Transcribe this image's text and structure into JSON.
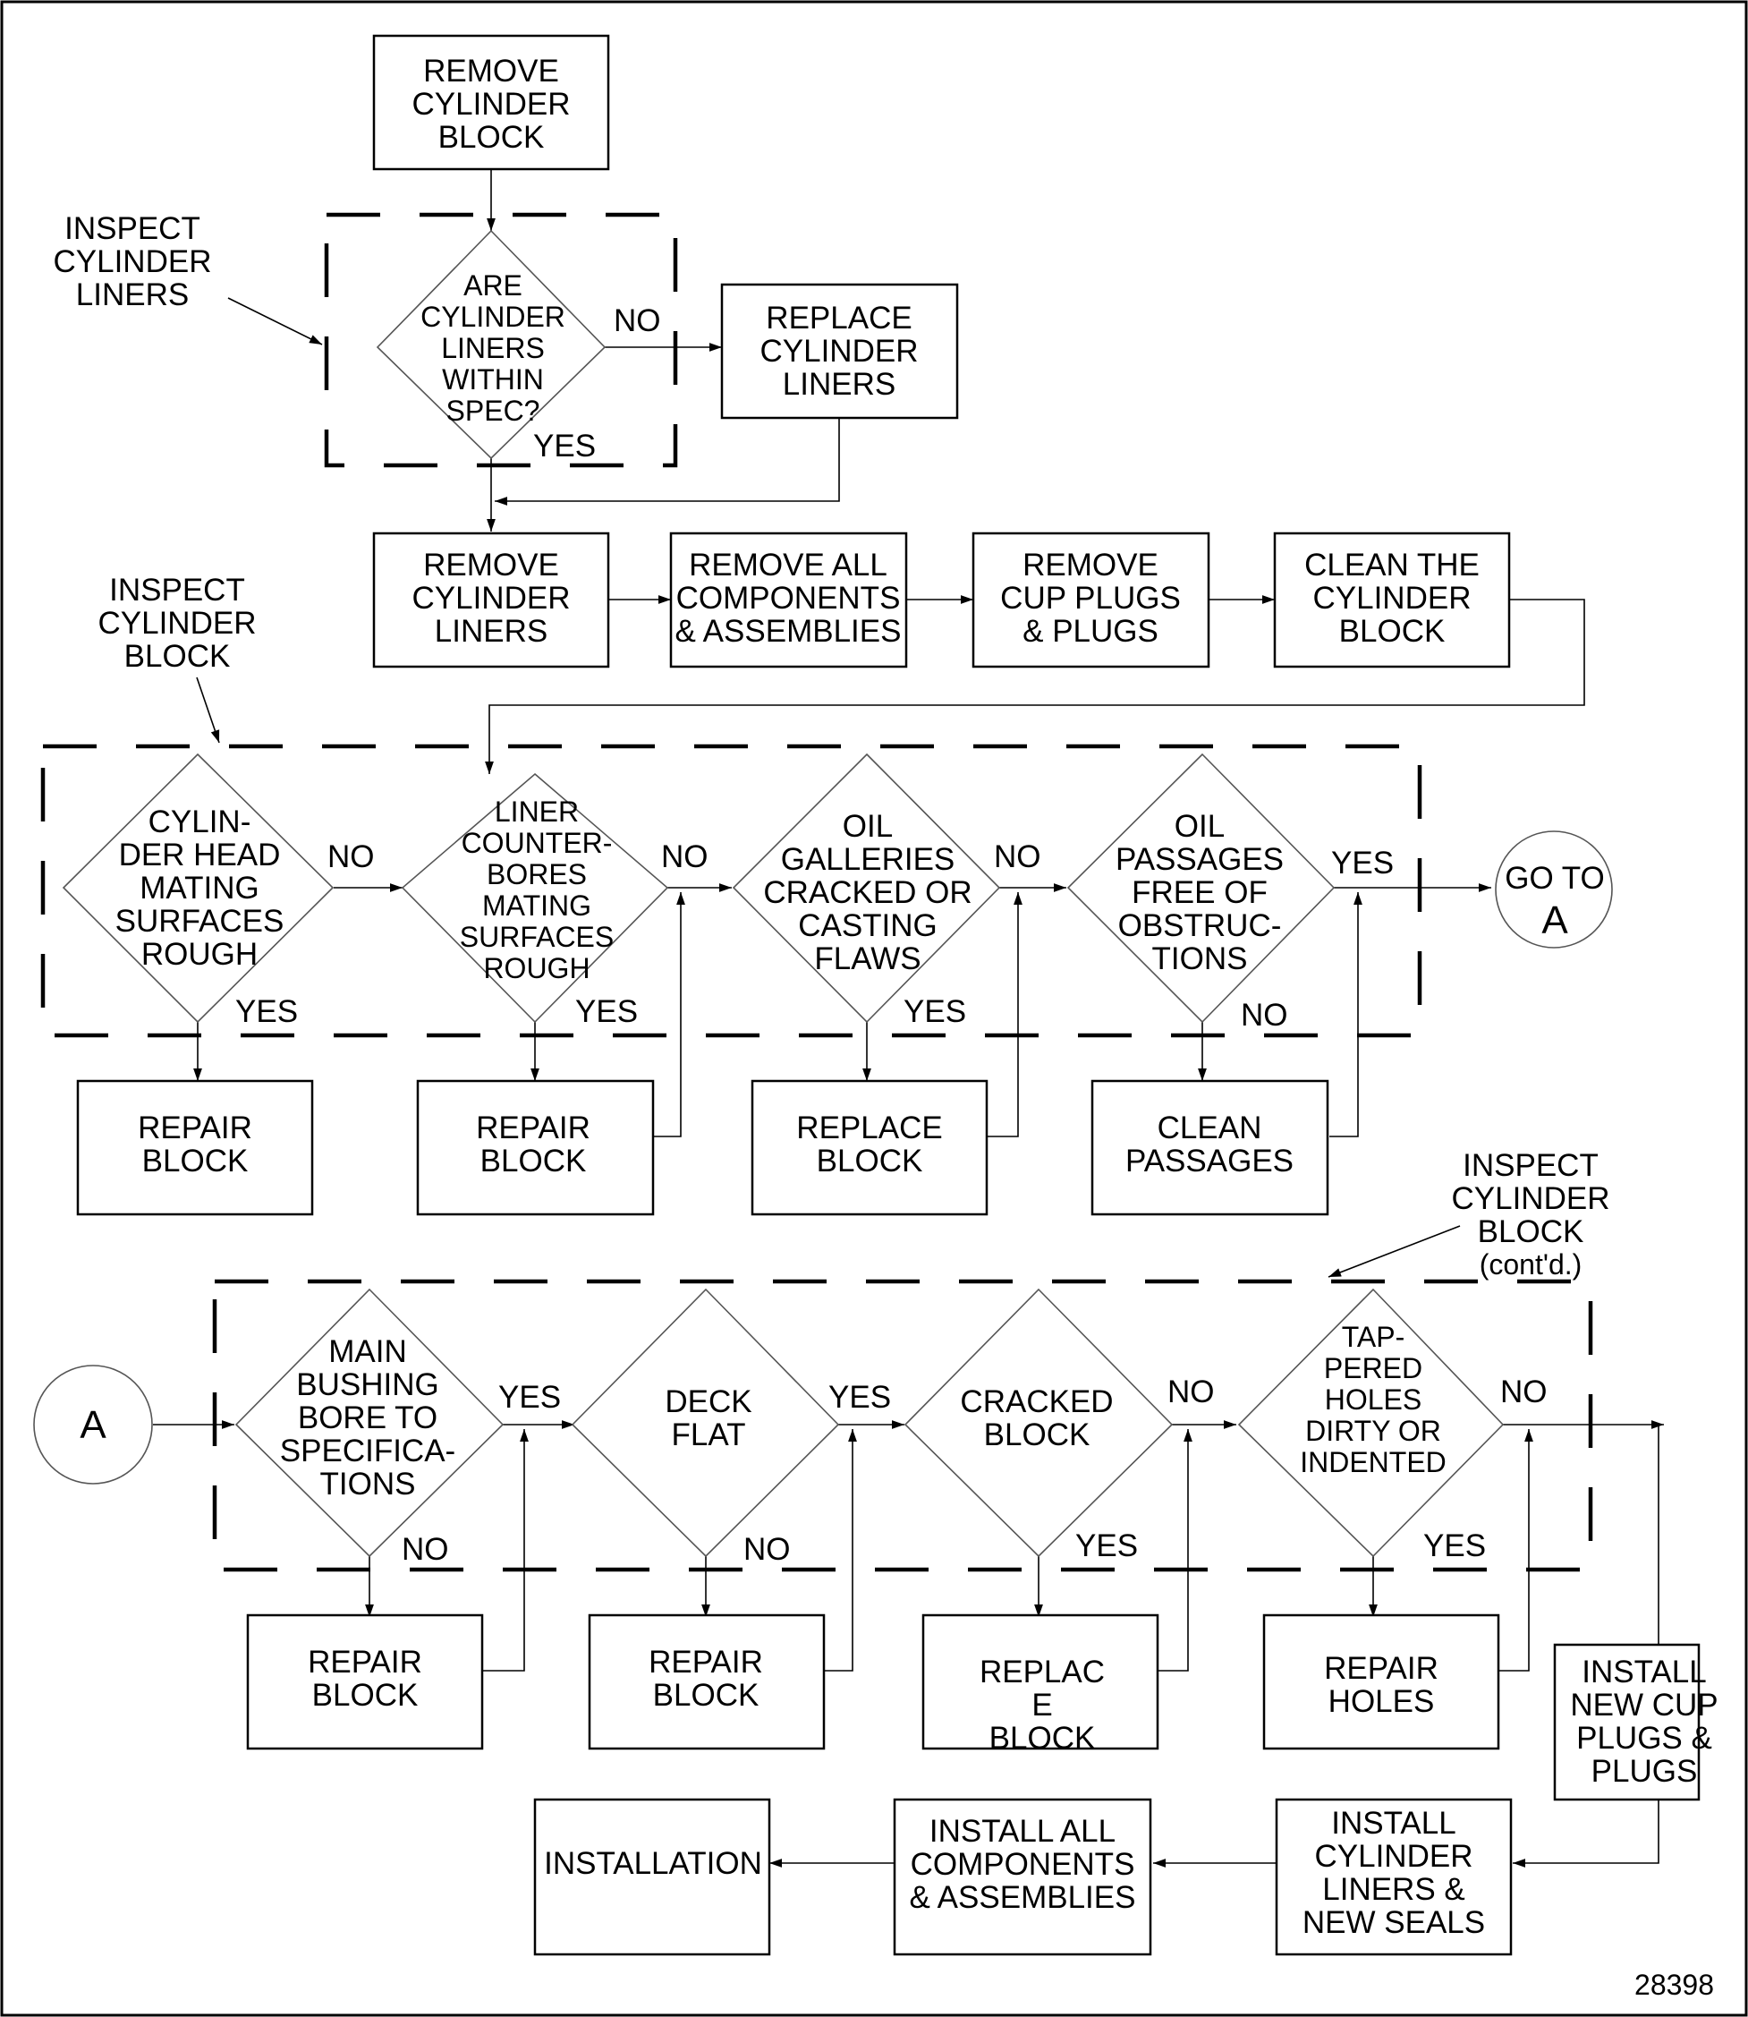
{
  "figure_number": "28398",
  "callouts": {
    "inspect_liners": [
      "INSPECT",
      "CYLINDER",
      "LINERS"
    ],
    "inspect_block": [
      "INSPECT",
      "CYLINDER",
      "BLOCK"
    ],
    "inspect_block_contd": [
      "INSPECT",
      "CYLINDER",
      "BLOCK",
      "(cont'd.)"
    ]
  },
  "connectors": {
    "goto_a_text": "GO TO",
    "goto_a_letter": "A",
    "a_letter": "A"
  },
  "labels": {
    "yes": "YES",
    "no": "NO"
  },
  "steps": {
    "remove_block": [
      "REMOVE",
      "CYLINDER",
      "BLOCK"
    ],
    "q_liners_spec": [
      "ARE",
      "CYLINDER",
      "LINERS",
      "WITHIN",
      "SPEC?"
    ],
    "replace_liners": [
      "REPLACE",
      "CYLINDER",
      "LINERS"
    ],
    "remove_liners": [
      "REMOVE",
      "CYLINDER",
      "LINERS"
    ],
    "remove_components": [
      "REMOVE ALL",
      "COMPONENTS",
      "& ASSEMBLIES"
    ],
    "remove_cup_plugs": [
      "REMOVE",
      "CUP PLUGS",
      "& PLUGS"
    ],
    "clean_block": [
      "CLEAN THE",
      "CYLINDER",
      "BLOCK"
    ],
    "q_head_mating": [
      "CYLIN-",
      "DER HEAD",
      "MATING",
      "SURFACES",
      "ROUGH"
    ],
    "q_counterbores": [
      "LINER",
      "COUNTER-",
      "BORES",
      "MATING",
      "SURFACES",
      "ROUGH"
    ],
    "q_oil_galleries": [
      "OIL",
      "GALLERIES",
      "CRACKED OR",
      "CASTING",
      "FLAWS"
    ],
    "q_oil_passages": [
      "OIL",
      "PASSAGES",
      "FREE OF",
      "OBSTRUC-",
      "TIONS"
    ],
    "repair_block_1": [
      "REPAIR",
      "BLOCK"
    ],
    "repair_block_2": [
      "REPAIR",
      "BLOCK"
    ],
    "replace_block_1": [
      "REPLACE",
      "BLOCK"
    ],
    "clean_passages": [
      "CLEAN",
      "PASSAGES"
    ],
    "q_main_bushing": [
      "MAIN",
      "BUSHING",
      "BORE TO",
      "SPECIFICA-",
      "TIONS"
    ],
    "q_deck_flat": [
      "DECK",
      "FLAT"
    ],
    "q_cracked_block": [
      "CRACKED",
      "BLOCK"
    ],
    "q_tapered_holes": [
      "TAP-",
      "PERED",
      "HOLES",
      "DIRTY OR",
      "INDENTED"
    ],
    "repair_block_3": [
      "REPAIR",
      "BLOCK"
    ],
    "repair_block_4": [
      "REPAIR",
      "BLOCK"
    ],
    "replace_block_2": [
      "REPLAC",
      "E",
      "BLOCK"
    ],
    "repair_holes": [
      "REPAIR",
      "HOLES"
    ],
    "install_cup_plugs": [
      "INSTALL",
      "NEW CUP",
      "PLUGS &",
      "PLUGS"
    ],
    "install_liners_seals": [
      "INSTALL",
      "CYLINDER",
      "LINERS &",
      "NEW SEALS"
    ],
    "install_components": [
      "INSTALL ALL",
      "COMPONENTS",
      "& ASSEMBLIES"
    ],
    "installation": [
      "INSTALLATION"
    ]
  }
}
